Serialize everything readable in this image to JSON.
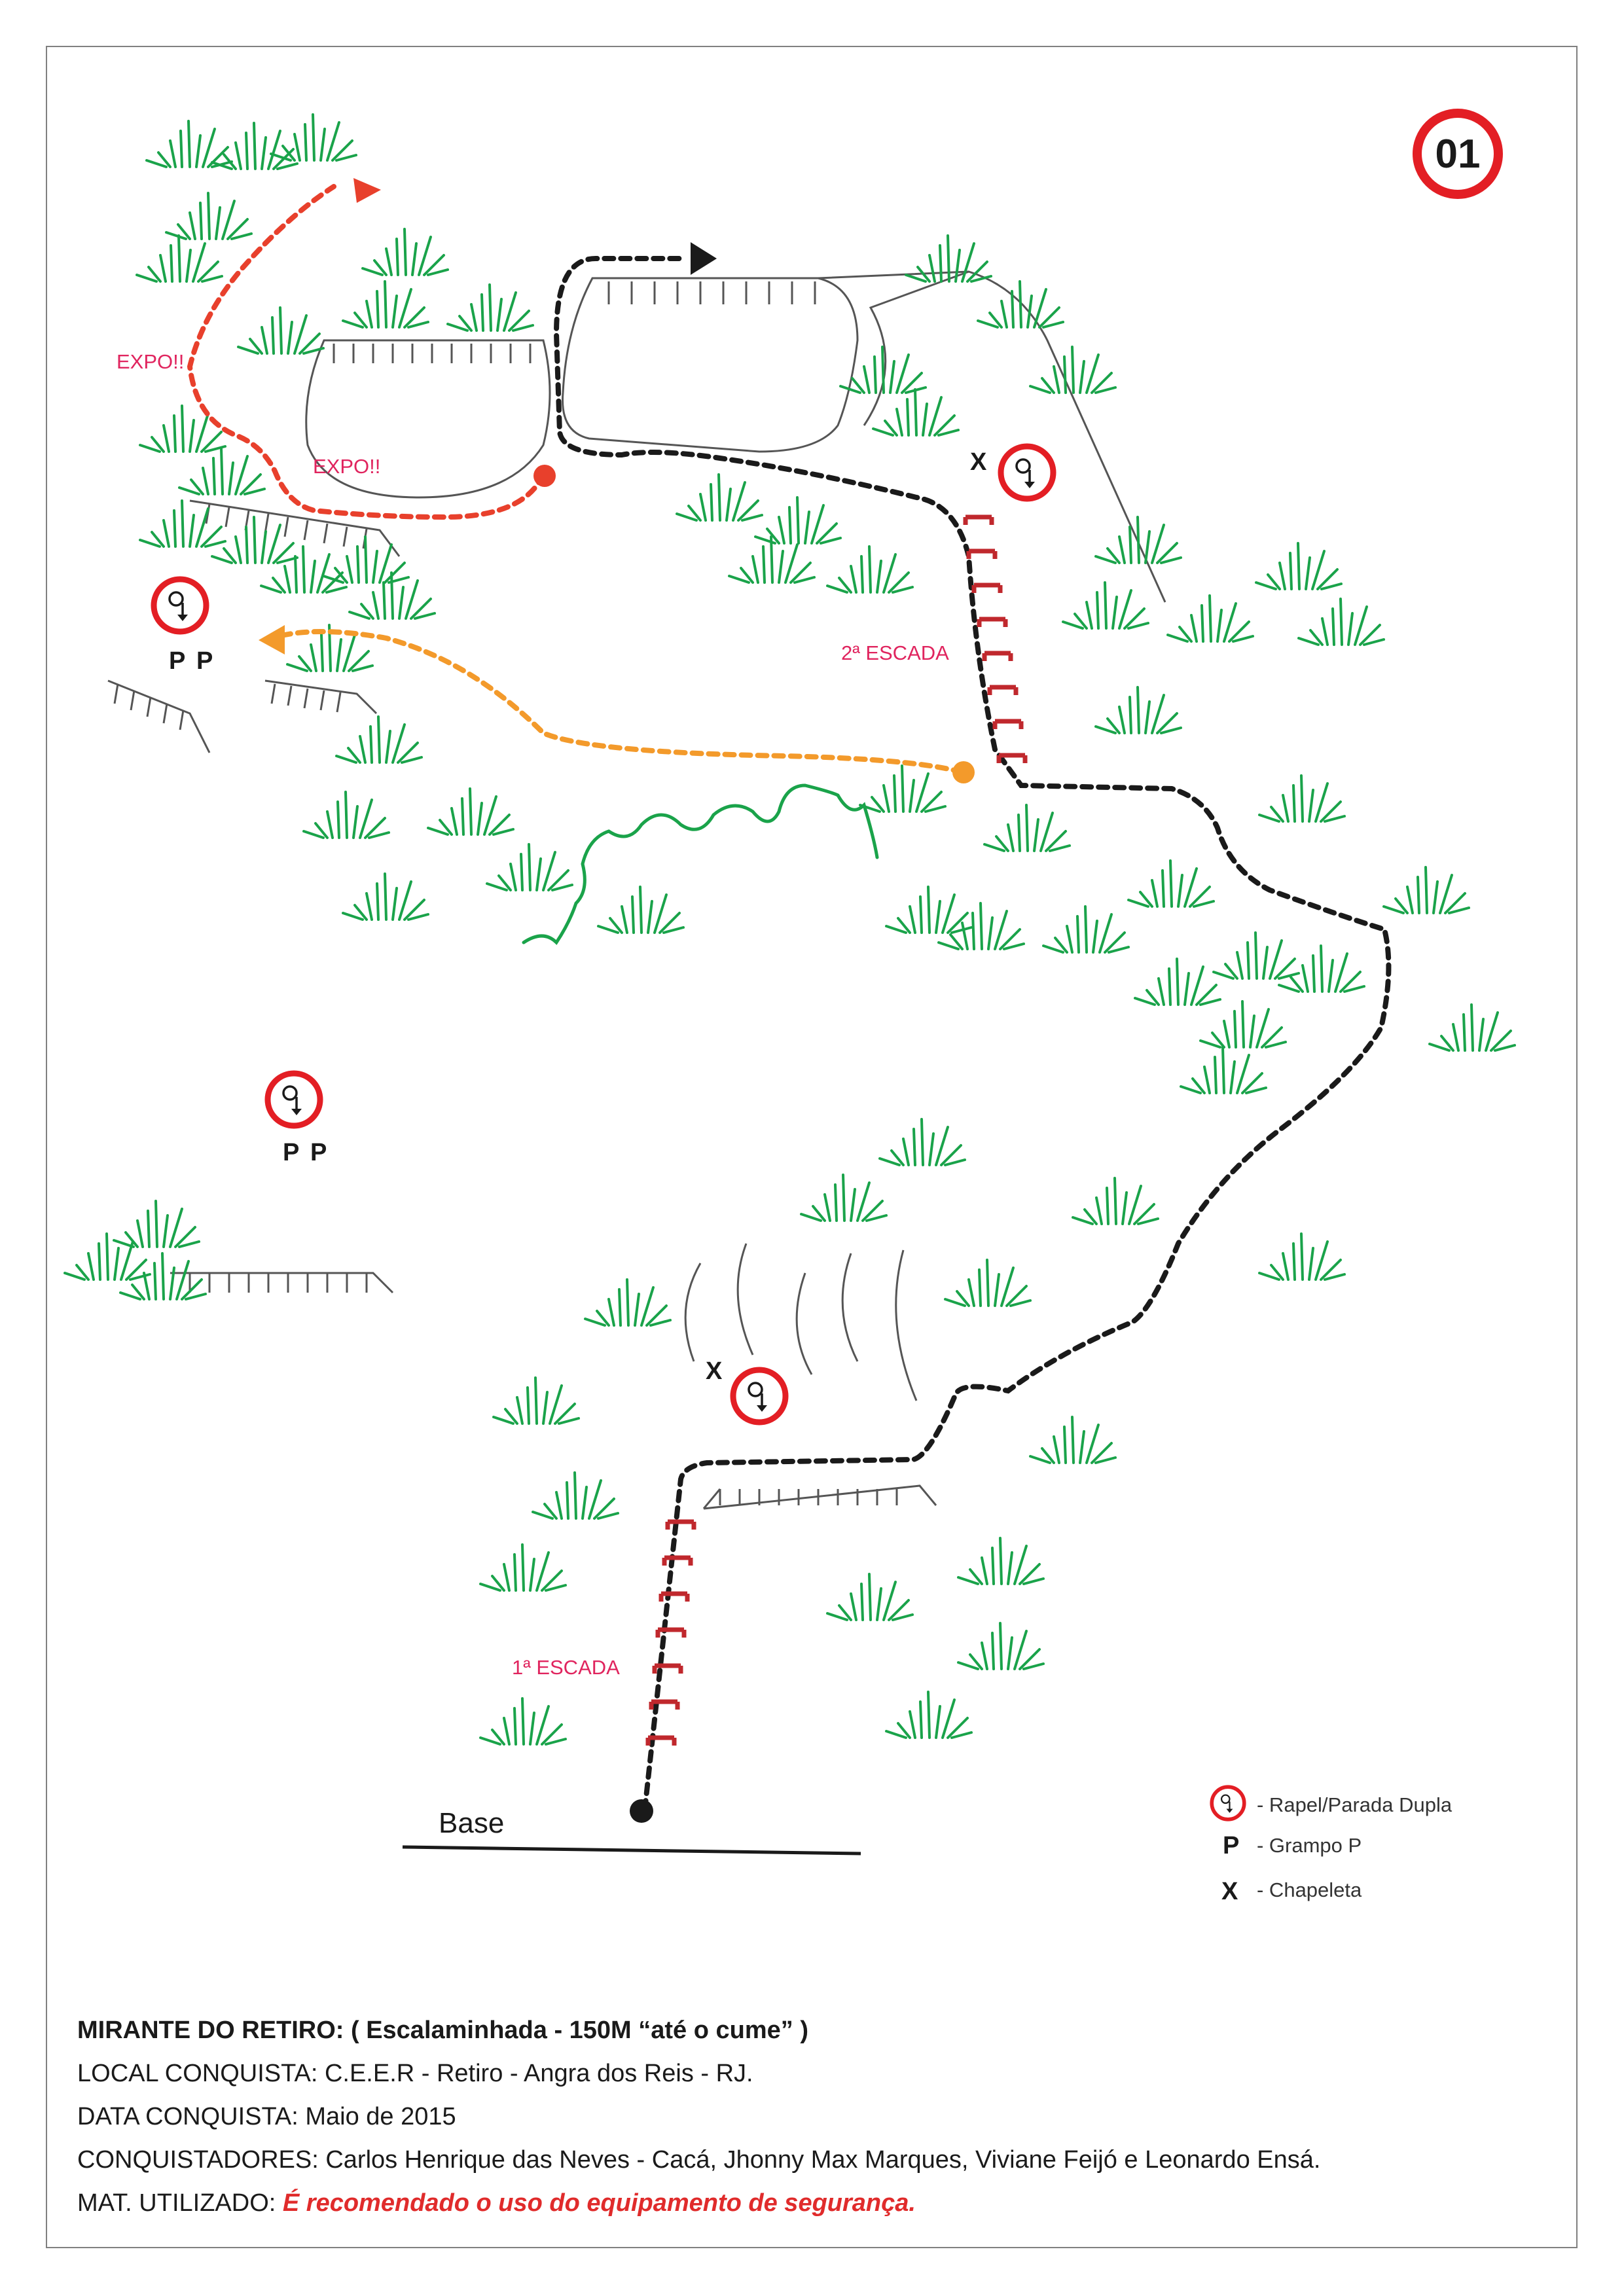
{
  "route_number": "01",
  "labels": {
    "expo_upper": "EXPO!!",
    "expo_lower": "EXPO!!",
    "second_ladder": "2ª ESCADA",
    "first_ladder": "1ª ESCADA",
    "base": "Base",
    "bolt_p": "P",
    "chapeleta_x": "X"
  },
  "legend": {
    "rappel": "- Rapel/Parada Dupla",
    "grampo_symbol": "P",
    "grampo": "- Grampo P",
    "chapeleta_symbol": "X",
    "chapeleta": "- Chapeleta"
  },
  "info": {
    "title": "MIRANTE DO RETIRO: ( Escalaminhada - 150M “até o cume” )",
    "local_label": "LOCAL CONQUISTA:",
    "local_value": " C.E.E.R - Retiro - Angra dos Reis - RJ.",
    "date_label": "DATA CONQUISTA:",
    "date_value": " Maio de 2015",
    "authors_label": "CONQUISTADORES:",
    "authors_value": " Carlos Henrique das Neves - Cacá, Jhonny Max Marques, Viviane Feijó e Leonardo Ensá.",
    "material_label": "MAT. UTILIZADO:",
    "material_value": "É recomendado o uso do equipamento de segurança."
  },
  "colors": {
    "route_main": "#1a1a1a",
    "route_expo": "#e8402c",
    "route_alt": "#f39a2b",
    "vegetation": "#1aa34a",
    "ladder": "#c0282d",
    "badge_ring": "#e31e24",
    "rock_outline": "#555555"
  }
}
